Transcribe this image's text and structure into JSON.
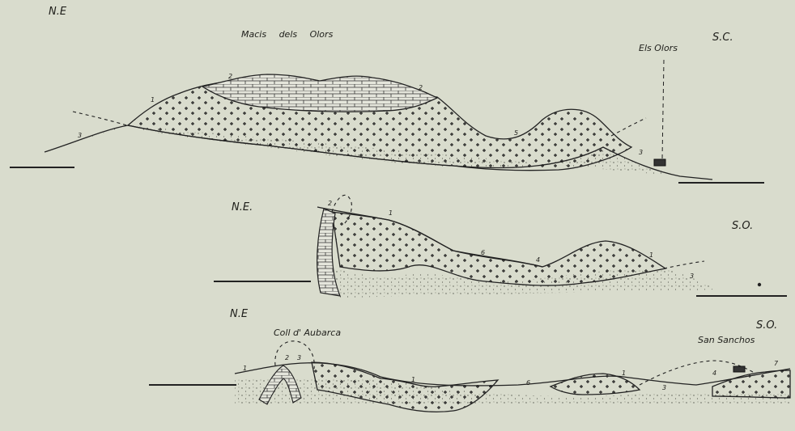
{
  "section1": {
    "ne": "N.E",
    "so": "S.C.",
    "title": "Macis dels Olors",
    "place": "Els Olors",
    "nums": [
      "1",
      "2",
      "2",
      "3",
      "5",
      "3"
    ]
  },
  "section2": {
    "ne": "N.E.",
    "so": "S.O.",
    "nums": [
      "2",
      "1",
      "6",
      "4",
      "1",
      "3"
    ]
  },
  "section3": {
    "ne": "N.E",
    "so": "S.O.",
    "place_left": "Coll d' Aubarca",
    "place_right": "San Sanchos",
    "nums": [
      "1",
      "2",
      "3",
      "1",
      "6",
      "1",
      "3",
      "4",
      "7"
    ]
  }
}
